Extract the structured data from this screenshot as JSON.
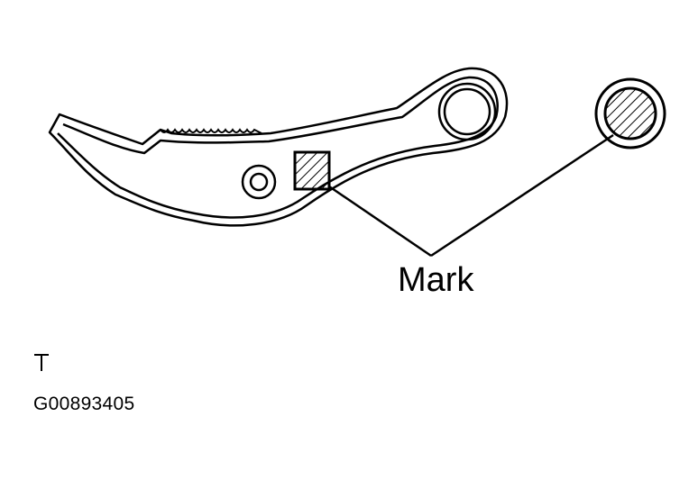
{
  "diagram": {
    "callout_label": "Mark",
    "figure_code": "G00893405",
    "colors": {
      "line": "#000000",
      "background": "#ffffff"
    },
    "parts": [
      {
        "name": "lever",
        "description_icon": "brake-lever-outline"
      },
      {
        "name": "square-mark",
        "description_icon": "hatched-square-mark"
      },
      {
        "name": "round-mark",
        "description_icon": "hatched-circle-mark"
      }
    ]
  }
}
